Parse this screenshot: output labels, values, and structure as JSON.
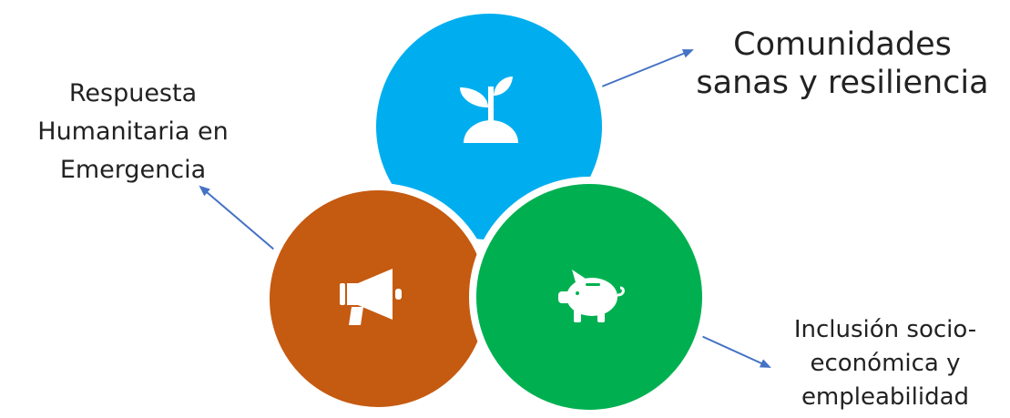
{
  "colors": {
    "blue": "#00AEEF",
    "orange": "#C55A11",
    "green": "#00B050",
    "arrow": "#4472C4",
    "icon": "#ffffff",
    "text": "#222222"
  },
  "nodes": [
    {
      "id": "blue",
      "icon": "plant-sprout-icon",
      "label_lines": [
        "Comunidades",
        "sanas y resiliencia"
      ]
    },
    {
      "id": "orange",
      "icon": "megaphone-icon",
      "label_lines": [
        "Respuesta",
        "Humanitaria en",
        "Emergencia"
      ]
    },
    {
      "id": "green",
      "icon": "piggy-bank-icon",
      "label_lines": [
        "Inclusión socio-",
        "económica y",
        "empleabilidad"
      ]
    }
  ]
}
